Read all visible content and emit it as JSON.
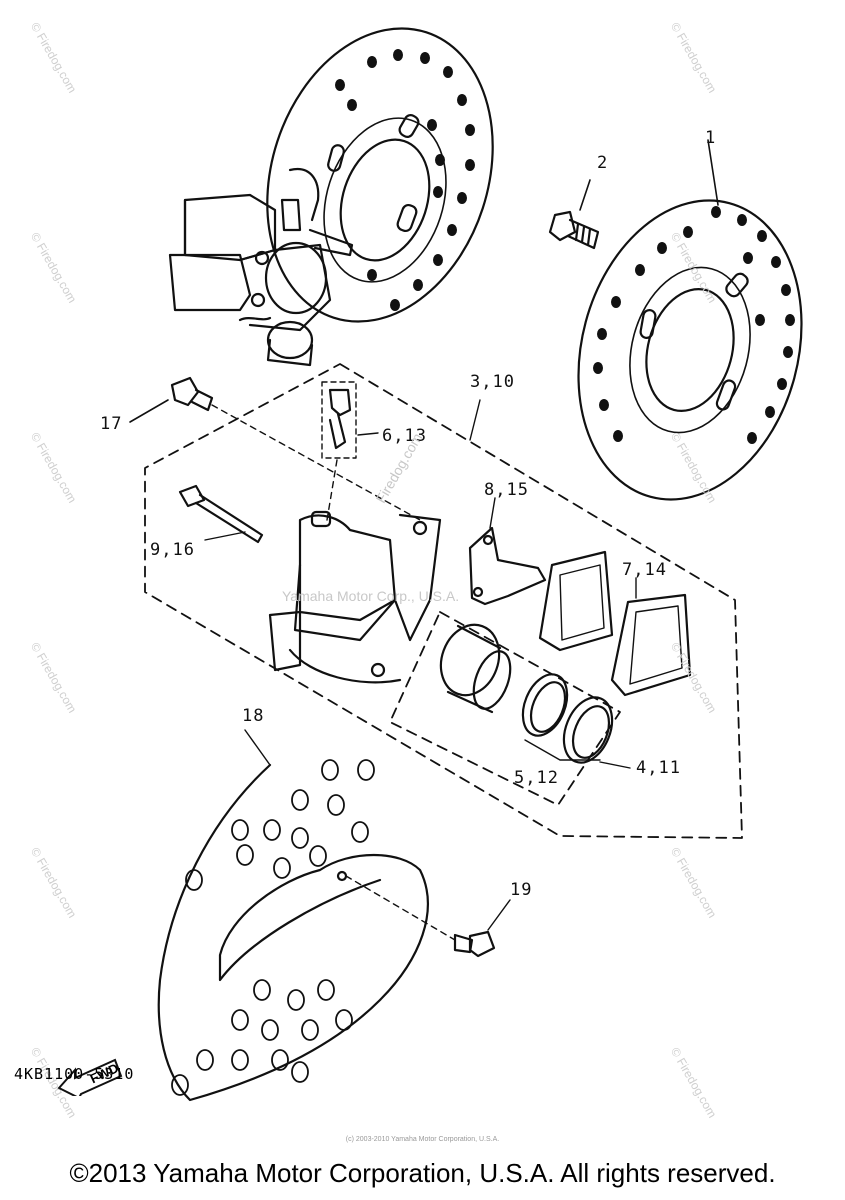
{
  "callouts": {
    "c1": "1",
    "c2": "2",
    "c3": "3,10",
    "c4": "4,11",
    "c5": "5,12",
    "c6": "6,13",
    "c7": "7,14",
    "c8": "8,15",
    "c9": "9,16",
    "c17": "17",
    "c18": "18",
    "c19": "19"
  },
  "watermark": {
    "site": "© Firedog.com",
    "center": "Firedog.com",
    "center2": "Yamaha Motor Corp., U.S.A."
  },
  "fwd_label": "FWD",
  "part_number": "4KB1100-5310",
  "tiny_copyright": "(c) 2003-2010 Yamaha Motor Corporation, U.S.A.",
  "copyright": "©2013 Yamaha Motor Corporation, U.S.A. All rights reserved."
}
